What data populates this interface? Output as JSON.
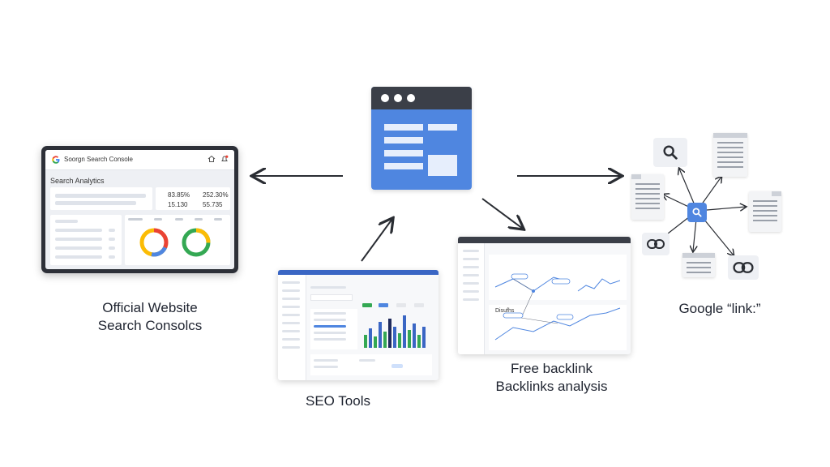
{
  "labels": {
    "official_line1": "Official Website",
    "official_line2": "Search Consolcs",
    "seo_tools": "SEO Tools",
    "backlink_line1": "Free backlink",
    "backlink_line2": "Backlinks analysis",
    "google_link": "Google “link:”"
  },
  "console": {
    "app_name": "Soorgn Search Console",
    "section_title": "Search Analytics",
    "stat1": "83.85%",
    "stat2": "252.30%",
    "stat3": "15.130",
    "stat4": "55.735"
  },
  "backlink_screen": {
    "heading": "Disufhs"
  },
  "icons": {
    "google": "google-g-icon",
    "search": "search-icon",
    "link": "link-icon"
  },
  "colors": {
    "blue": "#4f86e0",
    "dark": "#3b3f48",
    "red": "#ea4335",
    "yellow": "#fbbc05",
    "green": "#34a853"
  }
}
